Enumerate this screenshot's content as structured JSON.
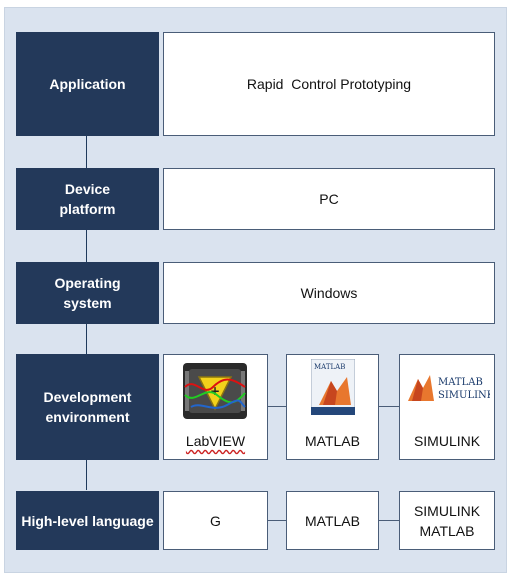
{
  "layers": [
    {
      "label": "Application",
      "value": "Rapid  Control Prototyping"
    },
    {
      "label": "Device\nplatform",
      "value": "PC"
    },
    {
      "label": "Operating\nsystem",
      "value": "Windows"
    },
    {
      "label": "Development\nenvironment",
      "tools": [
        "LabVIEW",
        "MATLAB",
        "SIMULINK"
      ]
    },
    {
      "label": "High-level language",
      "languages": [
        "G",
        "MATLAB",
        "SIMULINK\nMATLAB"
      ]
    }
  ],
  "logos": {
    "labview_icon": "labview-icon",
    "matlab_box_text": "MATLAB",
    "simulink_text_1": "MATLAB",
    "simulink_text_2": "SIMULINK"
  },
  "colors": {
    "label_bg": "#23395a",
    "panel_bg": "#dae3ef",
    "border": "#4a5d78"
  }
}
